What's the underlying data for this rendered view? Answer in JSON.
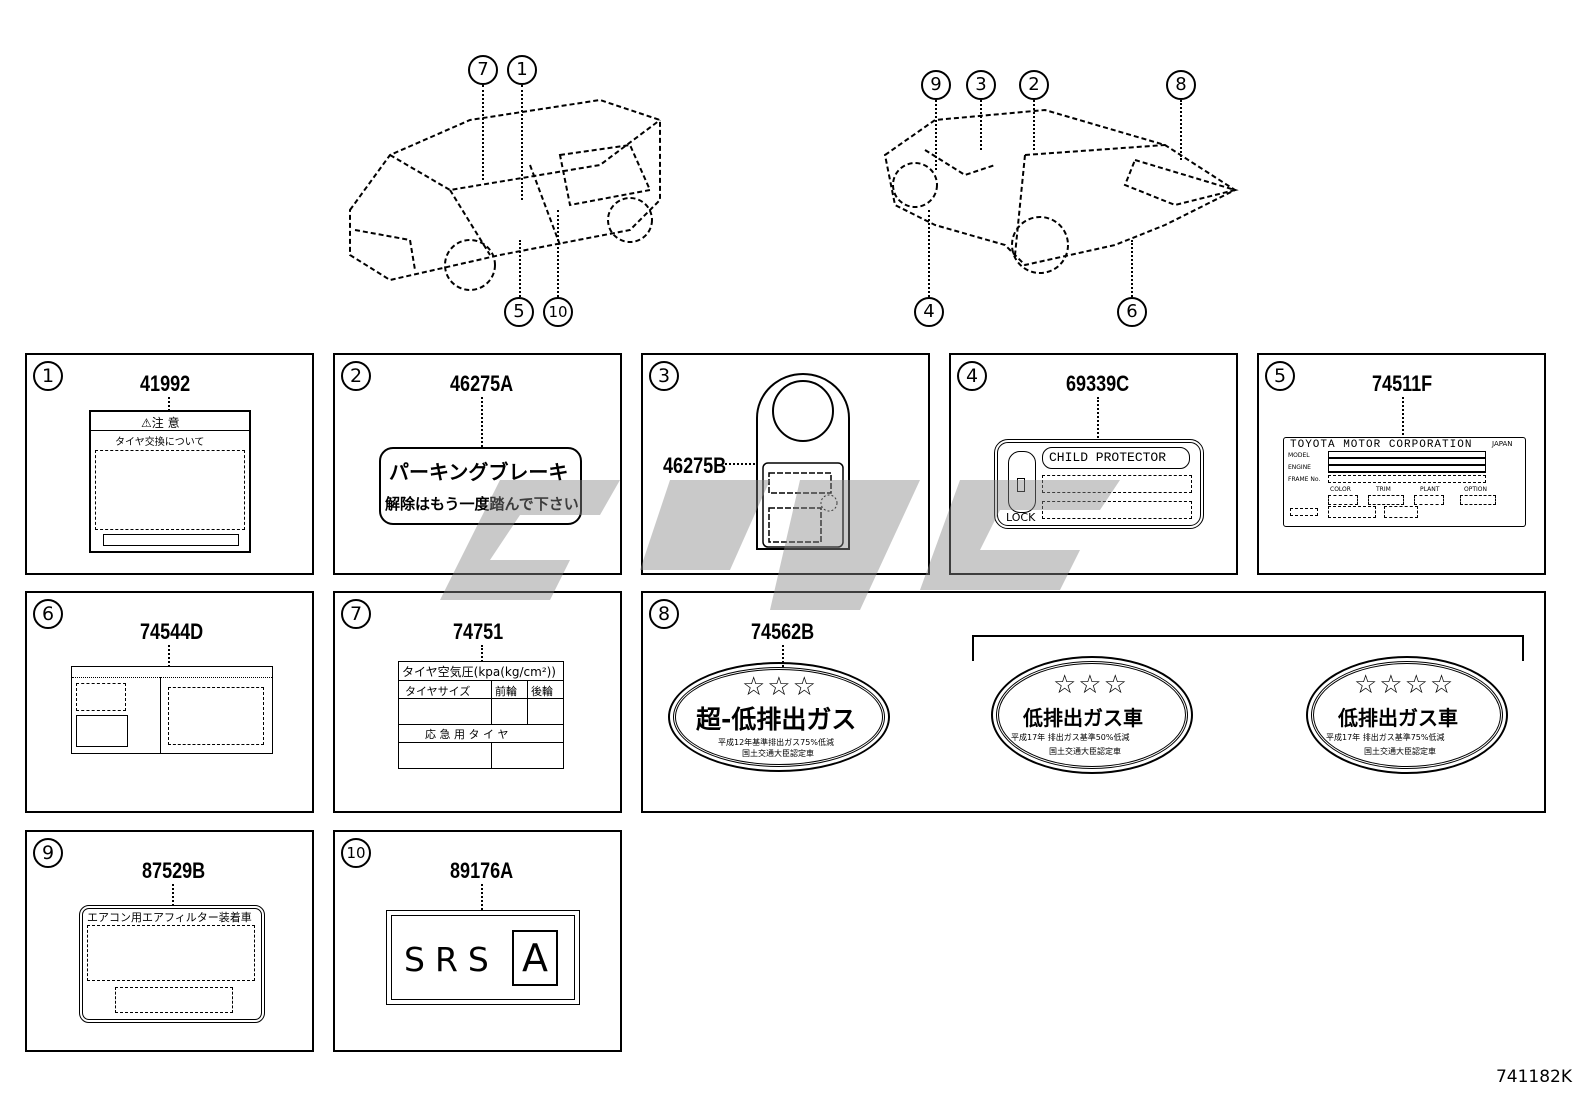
{
  "overview": {
    "front_car_callouts": [
      "7",
      "1",
      "5",
      "10"
    ],
    "rear_car_callouts": [
      "9",
      "3",
      "2",
      "8",
      "4",
      "6"
    ]
  },
  "panels": [
    {
      "index": "1",
      "part": "41992",
      "caution": "⚠注 意",
      "subtitle": "タイヤ交換について"
    },
    {
      "index": "2",
      "part": "46275A",
      "line1": "パーキングブレーキ",
      "line2": "解除はもう一度踏んで下さい"
    },
    {
      "index": "3",
      "part": "46275B"
    },
    {
      "index": "4",
      "part": "69339C",
      "title": "CHILD PROTECTOR",
      "lock": "LOCK"
    },
    {
      "index": "5",
      "part": "74511F",
      "maker": "TOYOTA MOTOR CORPORATION",
      "country": "JAPAN",
      "rows": [
        "MODEL",
        "ENGINE",
        "FRAME No."
      ],
      "cols": [
        "COLOR",
        "TRIM",
        "PLANT",
        "OPTION"
      ]
    },
    {
      "index": "6",
      "part": "74544D"
    },
    {
      "index": "7",
      "part": "74751",
      "title": "タイヤ空気圧(kpa(kg/cm²))",
      "col1": "タイヤサイズ",
      "col2": "前輪",
      "col3": "後輪",
      "spare": "応 急 用 タ イ ヤ"
    },
    {
      "index": "8",
      "part": "74562B",
      "badges": [
        {
          "stars": "☆☆☆",
          "title": "超-低排出ガス",
          "line1": "平成12年基準排出ガス75%低減",
          "line2": "国土交通大臣認定車"
        },
        {
          "stars": "☆☆☆",
          "title": "低排出ガス車",
          "line1": "平成17年 排出ガス基準50%低減",
          "line2": "国土交通大臣認定車"
        },
        {
          "stars": "☆☆☆☆",
          "title": "低排出ガス車",
          "line1": "平成17年 排出ガス基準75%低減",
          "line2": "国土交通大臣認定車"
        }
      ]
    },
    {
      "index": "9",
      "part": "87529B",
      "title": "エアコン用エアフィルター装着車"
    },
    {
      "index": "10",
      "part": "89176A",
      "text": "SRS",
      "badge": "A"
    }
  ],
  "diagram_code": "741182K"
}
